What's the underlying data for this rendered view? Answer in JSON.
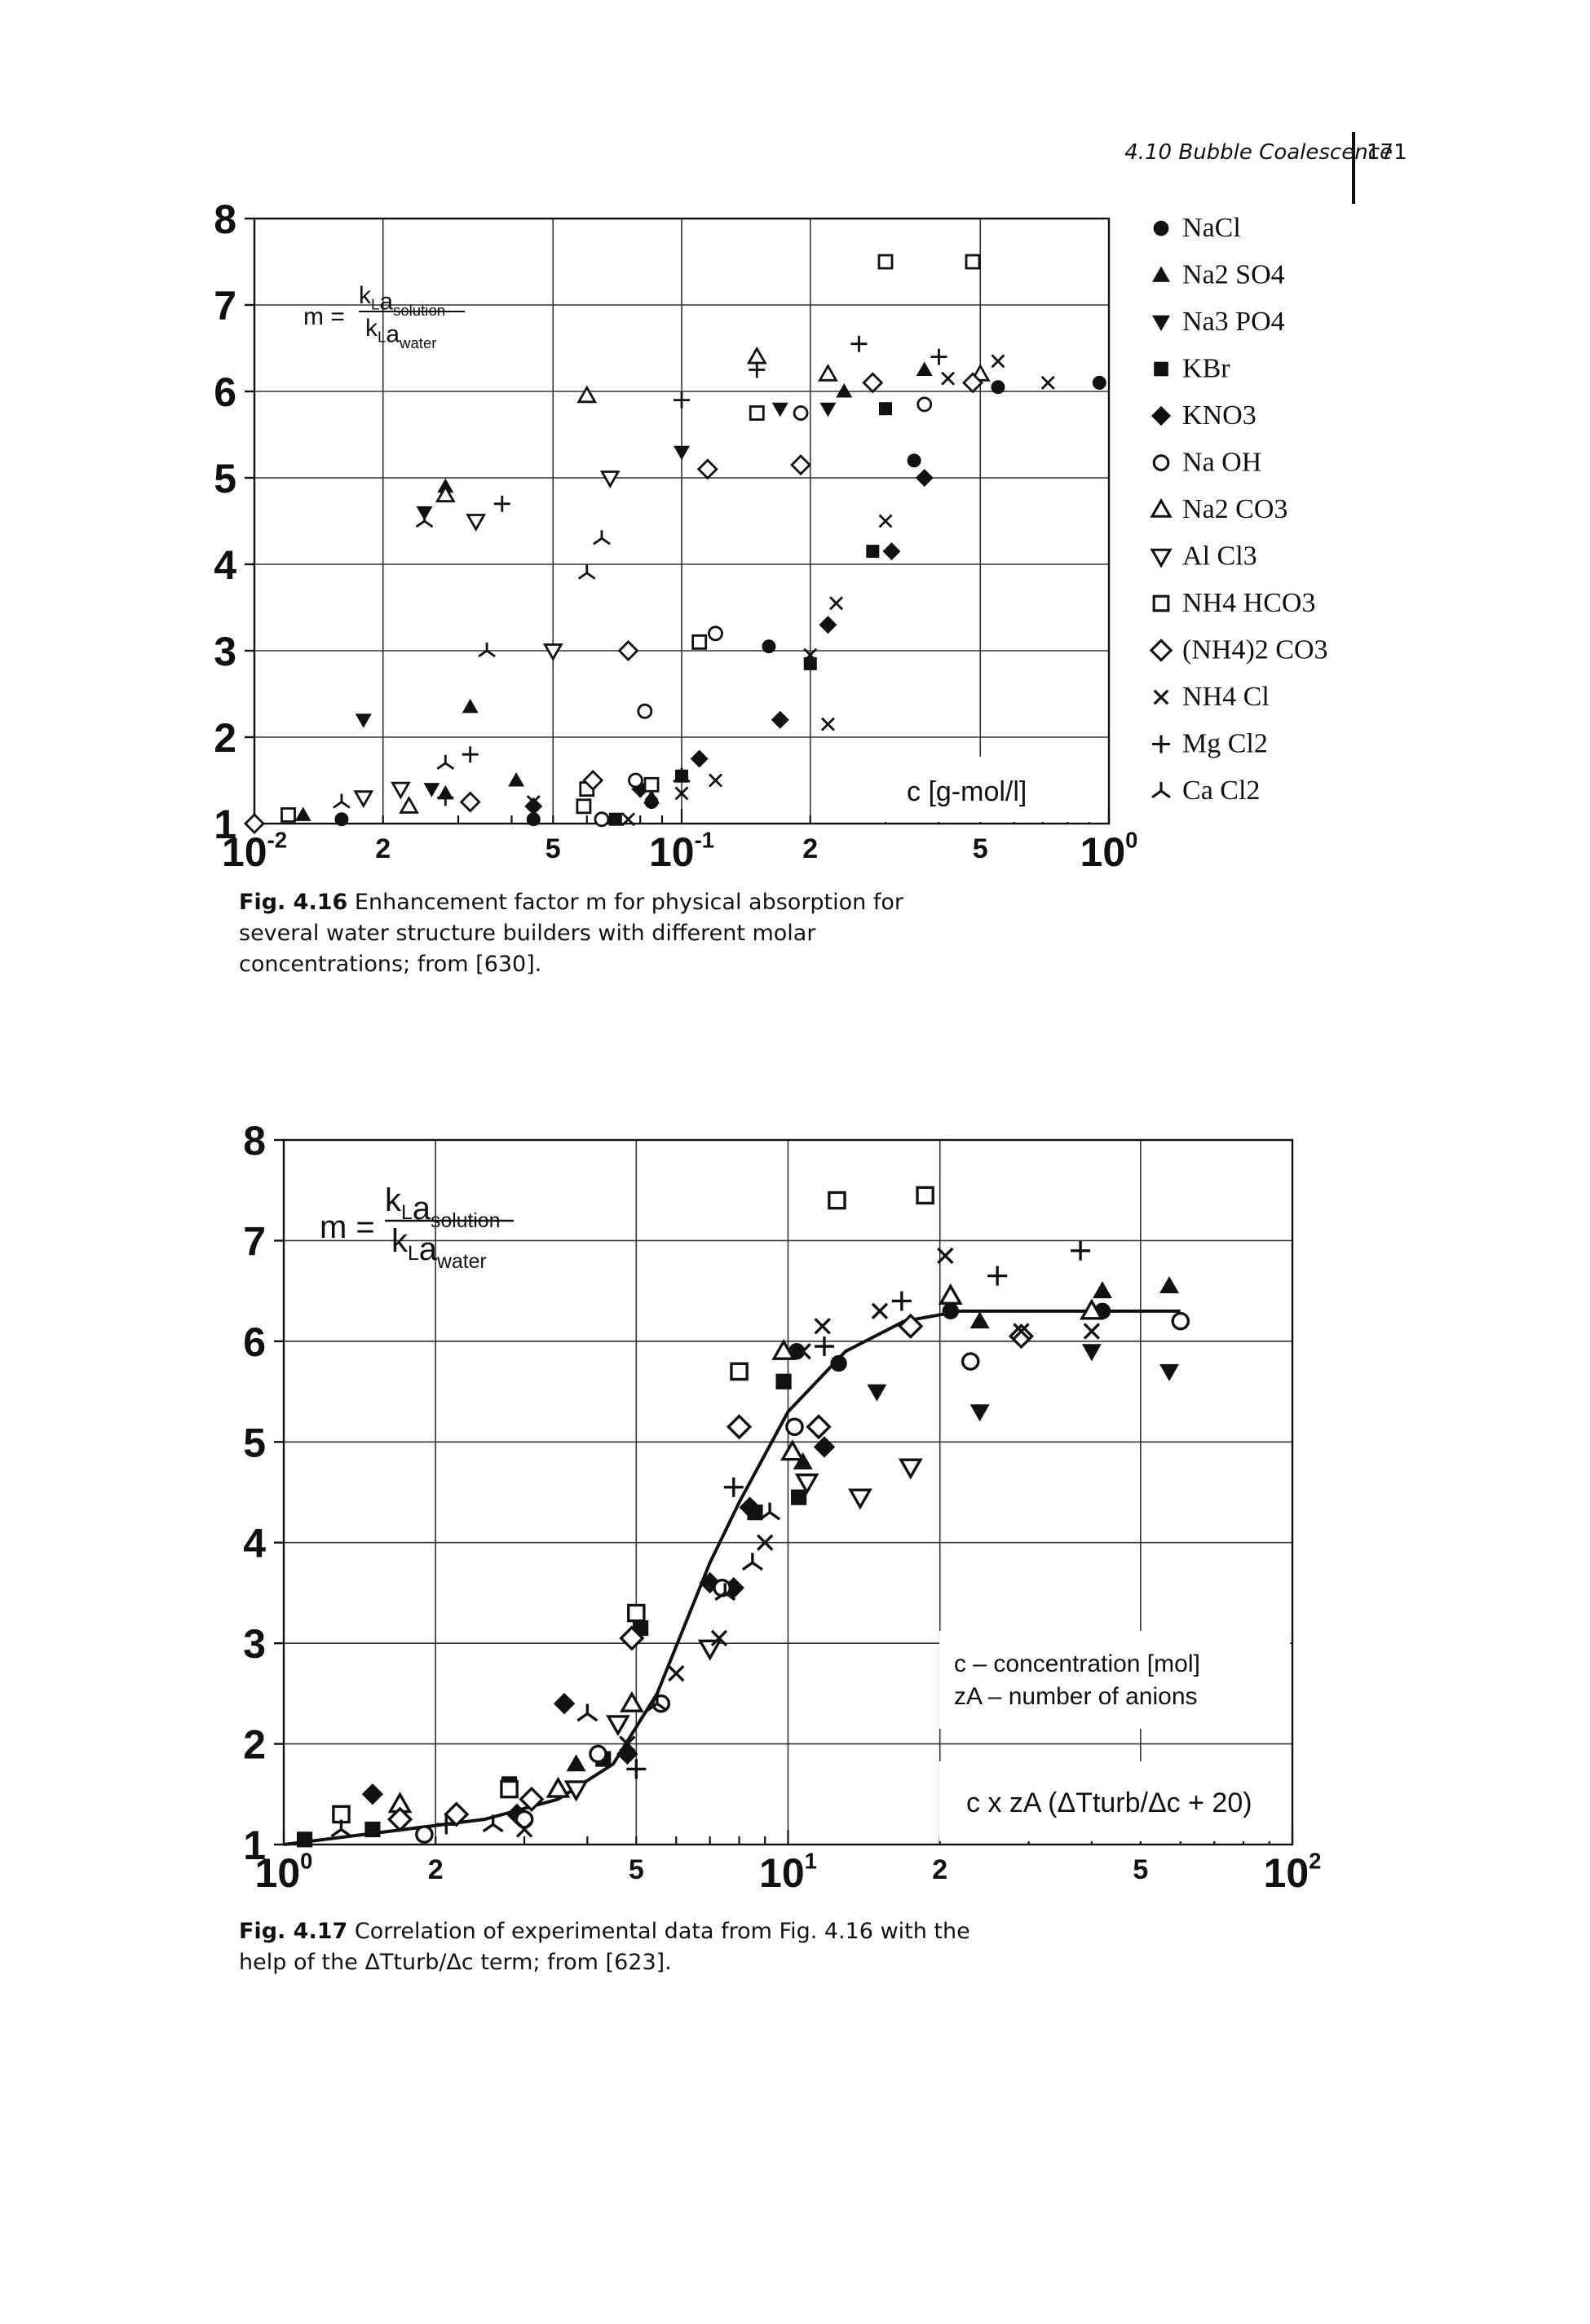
{
  "header": {
    "running_title": "4.10 Bubble Coalescence",
    "page_number": "171"
  },
  "figure1": {
    "caption_label": "Fig. 4.16",
    "caption_text": "Enhancement factor m for physical absorption for several water structure builders with different molar concentrations; from [630].",
    "formula": {
      "lhs": "m =",
      "numerator": "k_L a_solution",
      "denominator": "k_L a_water"
    },
    "x_unit_label": "c [g-mol/l]",
    "x_ticks": [
      "10^-2",
      "2",
      "5",
      "10^-1",
      "2",
      "5",
      "10^0"
    ],
    "y_ticks": [
      "1",
      "2",
      "3",
      "4",
      "5",
      "6",
      "7",
      "8"
    ],
    "legend": [
      {
        "marker": "circle-filled",
        "label": "NaCl"
      },
      {
        "marker": "triangle-up-filled",
        "label": "Na2 SO4"
      },
      {
        "marker": "triangle-down-filled",
        "label": "Na3 PO4"
      },
      {
        "marker": "square-filled",
        "label": "KBr"
      },
      {
        "marker": "diamond-filled",
        "label": "KNO3"
      },
      {
        "marker": "circle-open",
        "label": "Na OH"
      },
      {
        "marker": "triangle-up-open",
        "label": "Na2 CO3"
      },
      {
        "marker": "triangle-down-open",
        "label": "Al Cl3"
      },
      {
        "marker": "square-open",
        "label": "NH4 HCO3"
      },
      {
        "marker": "diamond-open",
        "label": "(NH4)2 CO3"
      },
      {
        "marker": "x",
        "label": "NH4 Cl"
      },
      {
        "marker": "plus",
        "label": "Mg Cl2"
      },
      {
        "marker": "tripod",
        "label": "Ca Cl2"
      }
    ]
  },
  "figure2": {
    "caption_label": "Fig. 4.17",
    "caption_text": "Correlation of experimental data from Fig. 4.16 with the help of the ΔTturb/Δc term; from [623].",
    "formula": {
      "lhs": "m =",
      "numerator": "k_L a_solution",
      "denominator": "k_L a_water"
    },
    "note_line1": "c – concentration [mol]",
    "note_line2": "zA – number of anions",
    "x_expression": "c x zA (ΔTturb/Δc + 20)",
    "x_ticks": [
      "10^0",
      "2",
      "5",
      "10^1",
      "2",
      "5",
      "10^2"
    ],
    "y_ticks": [
      "1",
      "2",
      "3",
      "4",
      "5",
      "6",
      "7",
      "8"
    ]
  },
  "chart_data": [
    {
      "type": "scatter",
      "title": "",
      "xlabel": "c [g-mol/l]",
      "ylabel": "m = kLa_solution / kLa_water",
      "x_scale": "log",
      "xlim": [
        0.01,
        1.0
      ],
      "ylim": [
        1,
        8
      ],
      "grid": true,
      "legend_position": "right-outside",
      "series": [
        {
          "name": "NaCl",
          "marker": "circle-filled",
          "points": [
            [
              0.016,
              1.05
            ],
            [
              0.045,
              1.05
            ],
            [
              0.085,
              1.25
            ],
            [
              0.16,
              3.05
            ],
            [
              0.35,
              5.2
            ],
            [
              0.55,
              6.05
            ],
            [
              0.95,
              6.1
            ]
          ]
        },
        {
          "name": "Na2 SO4",
          "marker": "triangle-up-filled",
          "points": [
            [
              0.013,
              1.1
            ],
            [
              0.028,
              1.35
            ],
            [
              0.041,
              1.5
            ],
            [
              0.032,
              2.35
            ],
            [
              0.028,
              4.9
            ],
            [
              0.085,
              1.3
            ],
            [
              0.24,
              6.0
            ],
            [
              0.37,
              6.25
            ]
          ]
        },
        {
          "name": "Na3 PO4",
          "marker": "triangle-down-filled",
          "points": [
            [
              0.026,
              1.4
            ],
            [
              0.018,
              2.2
            ],
            [
              0.025,
              4.6
            ],
            [
              0.1,
              5.3
            ],
            [
              0.17,
              5.8
            ],
            [
              0.22,
              5.8
            ]
          ]
        },
        {
          "name": "KBr",
          "marker": "square-filled",
          "points": [
            [
              0.07,
              1.05
            ],
            [
              0.1,
              1.55
            ],
            [
              0.2,
              2.85
            ],
            [
              0.28,
              4.15
            ],
            [
              0.3,
              5.8
            ]
          ]
        },
        {
          "name": "KNO3",
          "marker": "diamond-filled",
          "points": [
            [
              0.045,
              1.2
            ],
            [
              0.08,
              1.4
            ],
            [
              0.11,
              1.75
            ],
            [
              0.17,
              2.2
            ],
            [
              0.22,
              3.3
            ],
            [
              0.31,
              4.15
            ],
            [
              0.37,
              5.0
            ]
          ]
        },
        {
          "name": "Na OH",
          "marker": "circle-open",
          "points": [
            [
              0.065,
              1.05
            ],
            [
              0.078,
              1.5
            ],
            [
              0.082,
              2.3
            ],
            [
              0.12,
              3.2
            ],
            [
              0.19,
              5.75
            ],
            [
              0.37,
              5.85
            ]
          ]
        },
        {
          "name": "Na2 CO3",
          "marker": "triangle-up-open",
          "points": [
            [
              0.023,
              1.2
            ],
            [
              0.028,
              4.8
            ],
            [
              0.06,
              5.95
            ],
            [
              0.15,
              6.4
            ],
            [
              0.22,
              6.2
            ],
            [
              0.5,
              6.2
            ]
          ]
        },
        {
          "name": "Al Cl3",
          "marker": "triangle-down-open",
          "points": [
            [
              0.018,
              1.3
            ],
            [
              0.022,
              1.4
            ],
            [
              0.033,
              4.5
            ],
            [
              0.068,
              5.0
            ],
            [
              0.05,
              3.0
            ]
          ]
        },
        {
          "name": "NH4 HCO3",
          "marker": "square-open",
          "points": [
            [
              0.012,
              1.1
            ],
            [
              0.059,
              1.2
            ],
            [
              0.06,
              1.4
            ],
            [
              0.085,
              1.45
            ],
            [
              0.11,
              3.1
            ],
            [
              0.15,
              5.75
            ],
            [
              0.3,
              7.5
            ],
            [
              0.48,
              7.5
            ]
          ]
        },
        {
          "name": "(NH4)2 CO3",
          "marker": "diamond-open",
          "points": [
            [
              0.01,
              1.0
            ],
            [
              0.032,
              1.25
            ],
            [
              0.062,
              1.5
            ],
            [
              0.075,
              3.0
            ],
            [
              0.115,
              5.1
            ],
            [
              0.19,
              5.15
            ],
            [
              0.28,
              6.1
            ],
            [
              0.48,
              6.1
            ]
          ]
        },
        {
          "name": "NH4 Cl",
          "marker": "x",
          "points": [
            [
              0.045,
              1.25
            ],
            [
              0.075,
              1.05
            ],
            [
              0.1,
              1.35
            ],
            [
              0.12,
              1.5
            ],
            [
              0.2,
              2.95
            ],
            [
              0.22,
              2.15
            ],
            [
              0.23,
              3.55
            ],
            [
              0.3,
              4.5
            ],
            [
              0.42,
              6.15
            ],
            [
              0.55,
              6.35
            ],
            [
              0.72,
              6.1
            ]
          ]
        },
        {
          "name": "Mg Cl2",
          "marker": "plus",
          "points": [
            [
              0.028,
              1.3
            ],
            [
              0.032,
              1.8
            ],
            [
              0.038,
              4.7
            ],
            [
              0.1,
              5.9
            ],
            [
              0.15,
              6.25
            ],
            [
              0.26,
              6.55
            ],
            [
              0.4,
              6.4
            ]
          ]
        },
        {
          "name": "Ca Cl2",
          "marker": "tripod",
          "points": [
            [
              0.016,
              1.25
            ],
            [
              0.028,
              1.7
            ],
            [
              0.035,
              3.0
            ],
            [
              0.06,
              3.9
            ],
            [
              0.065,
              4.3
            ],
            [
              0.1,
              1.55
            ],
            [
              0.025,
              4.5
            ]
          ]
        }
      ]
    },
    {
      "type": "scatter",
      "title": "",
      "xlabel": "c x zA (ΔTturb/Δc + 20)",
      "ylabel": "m = kLa_solution / kLa_water",
      "x_scale": "log",
      "xlim": [
        1,
        100
      ],
      "ylim": [
        1,
        8
      ],
      "grid": true,
      "legend_position": "none",
      "fit_curve": {
        "x": [
          1,
          2.5,
          3.5,
          4.5,
          5.5,
          7,
          8,
          10,
          13,
          17,
          22,
          30,
          40,
          60
        ],
        "y": [
          1.0,
          1.25,
          1.45,
          1.8,
          2.5,
          3.8,
          4.4,
          5.3,
          5.9,
          6.2,
          6.3,
          6.3,
          6.3,
          6.3
        ]
      },
      "series": [
        {
          "name": "NaCl",
          "marker": "circle-filled",
          "points": [
            [
              1.9,
              1.1
            ],
            [
              3.1,
              1.45
            ],
            [
              10.4,
              5.9
            ],
            [
              12.6,
              5.78
            ],
            [
              21,
              6.3
            ],
            [
              42,
              6.3
            ]
          ]
        },
        {
          "name": "Na2 SO4",
          "marker": "triangle-up-filled",
          "points": [
            [
              3.8,
              1.8
            ],
            [
              10.7,
              4.8
            ],
            [
              24,
              6.2
            ],
            [
              42,
              6.5
            ],
            [
              57,
              6.55
            ]
          ]
        },
        {
          "name": "Na3 PO4",
          "marker": "triangle-down-filled",
          "points": [
            [
              15,
              5.5
            ],
            [
              24,
              5.3
            ],
            [
              40,
              5.9
            ],
            [
              57,
              5.7
            ]
          ]
        },
        {
          "name": "KBr",
          "marker": "square-filled",
          "points": [
            [
              1.1,
              1.05
            ],
            [
              1.5,
              1.15
            ],
            [
              2.8,
              1.6
            ],
            [
              4.3,
              1.85
            ],
            [
              8.6,
              4.3
            ],
            [
              10.5,
              4.45
            ],
            [
              9.8,
              5.6
            ],
            [
              5.1,
              3.15
            ]
          ]
        },
        {
          "name": "KNO3",
          "marker": "diamond-filled",
          "points": [
            [
              1.5,
              1.5
            ],
            [
              2.9,
              1.3
            ],
            [
              3.6,
              2.4
            ],
            [
              4.8,
              1.9
            ],
            [
              7.0,
              3.6
            ],
            [
              7.8,
              3.55
            ],
            [
              8.4,
              4.35
            ],
            [
              11.8,
              4.95
            ]
          ]
        },
        {
          "name": "Na OH",
          "marker": "circle-open",
          "points": [
            [
              1.9,
              1.1
            ],
            [
              3.0,
              1.25
            ],
            [
              4.2,
              1.9
            ],
            [
              5.6,
              2.4
            ],
            [
              7.4,
              3.55
            ],
            [
              10.3,
              5.15
            ],
            [
              23,
              5.8
            ],
            [
              60,
              6.2
            ]
          ]
        },
        {
          "name": "Na2 CO3",
          "marker": "triangle-up-open",
          "points": [
            [
              1.7,
              1.4
            ],
            [
              3.5,
              1.55
            ],
            [
              4.9,
              2.4
            ],
            [
              9.8,
              5.9
            ],
            [
              10.2,
              4.9
            ],
            [
              21,
              6.45
            ],
            [
              40,
              6.3
            ]
          ]
        },
        {
          "name": "Al Cl3",
          "marker": "triangle-down-open",
          "points": [
            [
              3.8,
              1.55
            ],
            [
              4.6,
              2.2
            ],
            [
              7.0,
              2.95
            ],
            [
              10.9,
              4.6
            ],
            [
              13.9,
              4.45
            ],
            [
              17.5,
              4.75
            ]
          ]
        },
        {
          "name": "NH4 HCO3",
          "marker": "square-open",
          "points": [
            [
              1.3,
              1.3
            ],
            [
              2.8,
              1.55
            ],
            [
              5.0,
              3.3
            ],
            [
              8.0,
              5.7
            ],
            [
              12.5,
              7.4
            ],
            [
              18.7,
              7.45
            ]
          ]
        },
        {
          "name": "(NH4)2 CO3",
          "marker": "diamond-open",
          "points": [
            [
              1.7,
              1.25
            ],
            [
              2.2,
              1.3
            ],
            [
              3.1,
              1.45
            ],
            [
              4.9,
              3.05
            ],
            [
              8.0,
              5.15
            ],
            [
              11.5,
              5.15
            ],
            [
              17.5,
              6.15
            ],
            [
              29,
              6.05
            ]
          ]
        },
        {
          "name": "NH4 Cl",
          "marker": "x",
          "points": [
            [
              3.0,
              1.15
            ],
            [
              4.8,
              2.0
            ],
            [
              6.0,
              2.7
            ],
            [
              7.3,
              3.05
            ],
            [
              9.0,
              4.0
            ],
            [
              10.7,
              5.9
            ],
            [
              11.7,
              6.15
            ],
            [
              15.2,
              6.3
            ],
            [
              20.5,
              6.85
            ],
            [
              29,
              6.1
            ],
            [
              40,
              6.1
            ]
          ]
        },
        {
          "name": "Mg Cl2",
          "marker": "plus",
          "points": [
            [
              2.1,
              1.2
            ],
            [
              5.0,
              1.75
            ],
            [
              7.8,
              4.55
            ],
            [
              11.8,
              5.95
            ],
            [
              16.8,
              6.4
            ],
            [
              26,
              6.65
            ],
            [
              38,
              6.9
            ]
          ]
        },
        {
          "name": "Ca Cl2",
          "marker": "tripod",
          "points": [
            [
              1.3,
              1.15
            ],
            [
              2.6,
              1.2
            ],
            [
              4.0,
              2.3
            ],
            [
              5.5,
              2.4
            ],
            [
              7.5,
              3.5
            ],
            [
              8.5,
              3.8
            ],
            [
              9.2,
              4.3
            ]
          ]
        }
      ]
    }
  ]
}
